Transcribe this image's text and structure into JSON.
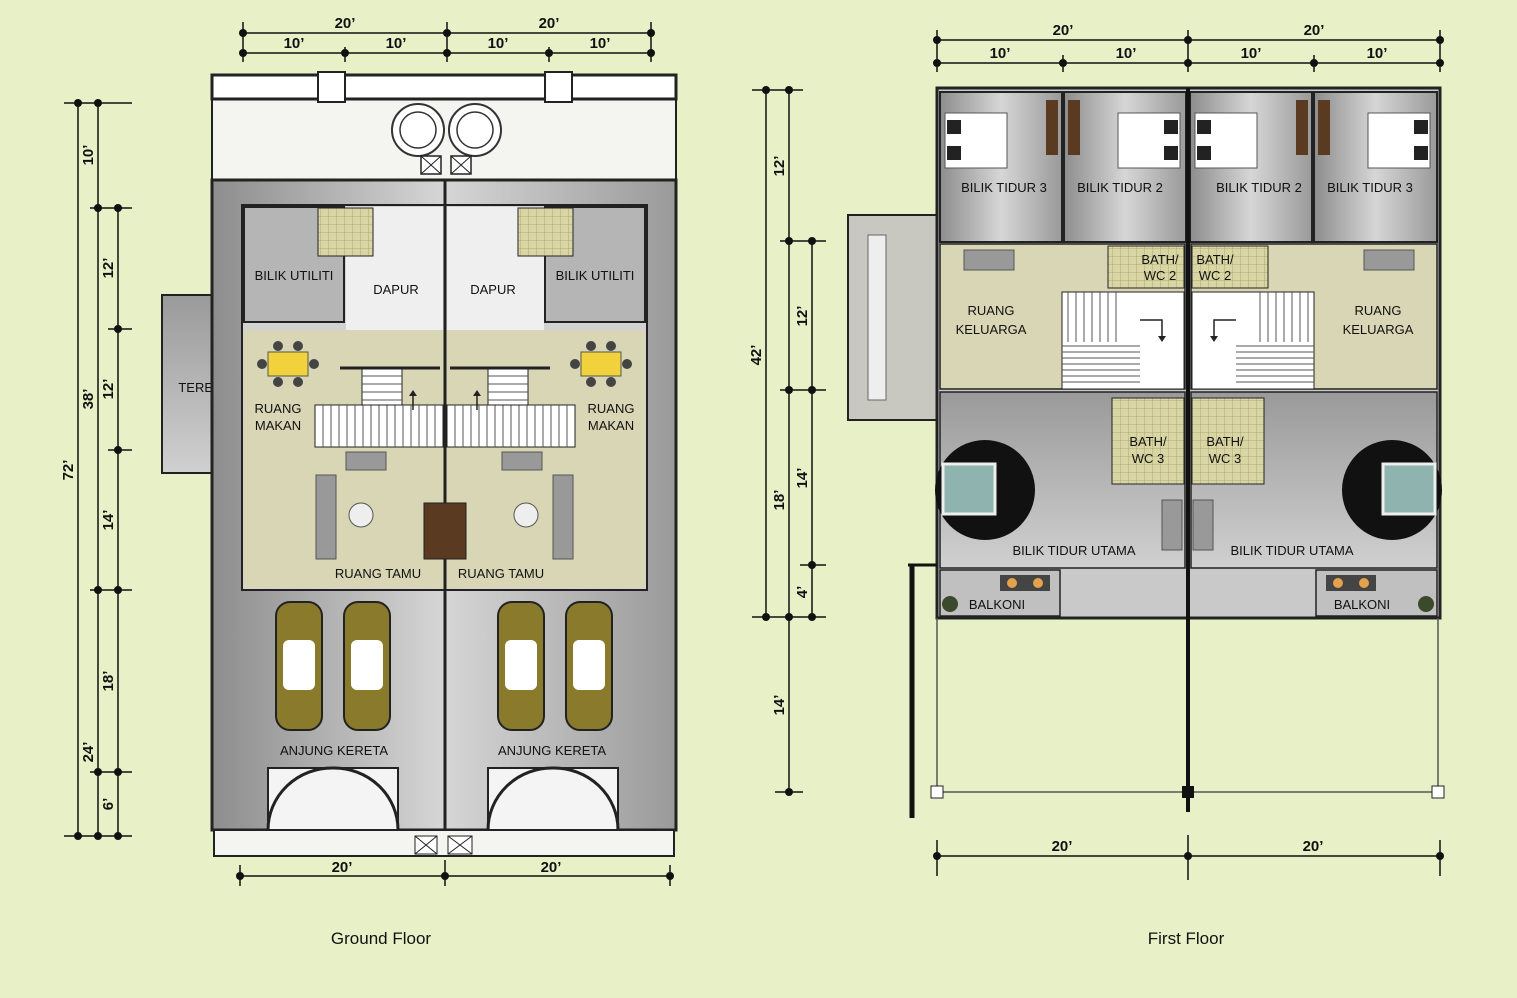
{
  "ground_floor": {
    "caption": "Ground Floor",
    "top_dims": [
      "20’",
      "20’",
      "10’",
      "10’",
      "10’",
      "10’"
    ],
    "bottom_dims": [
      "20’",
      "20’"
    ],
    "left_dims_outer": [
      "72’"
    ],
    "left_dims_mid": [
      "10’",
      "38’",
      "24’",
      "6’"
    ],
    "left_dims_inner": [
      "12’",
      "12’",
      "14’",
      "18’"
    ],
    "rooms": {
      "teres": "TERES",
      "bilik_utiliti_left": "BILIK UTILITI",
      "bilik_utiliti_right": "BILIK UTILITI",
      "dapur_left": "DAPUR",
      "dapur_right": "DAPUR",
      "ruang_makan_left": [
        "RUANG",
        "MAKAN"
      ],
      "ruang_makan_right": [
        "RUANG",
        "MAKAN"
      ],
      "ruang_tamu_left": "RUANG TAMU",
      "ruang_tamu_right": "RUANG TAMU",
      "anjung_kereta_left": "ANJUNG KERETA",
      "anjung_kereta_right": "ANJUNG KERETA"
    }
  },
  "first_floor": {
    "caption": "First Floor",
    "top_dims": [
      "20’",
      "20’",
      "10’",
      "10’",
      "10’",
      "10’"
    ],
    "bottom_dims": [
      "20’",
      "20’"
    ],
    "left_dims_outer": [
      "42’"
    ],
    "left_dims_mid": [
      "12’",
      "18’",
      "14’"
    ],
    "left_dims_inner": [
      "12’",
      "14’",
      "4’"
    ],
    "rooms": {
      "bilik_tidur_3_left": "BILIK TIDUR 3",
      "bilik_tidur_2_left": "BILIK TIDUR 2",
      "bilik_tidur_2_right": "BILIK TIDUR 2",
      "bilik_tidur_3_right": "BILIK TIDUR 3",
      "bath_wc2_left": [
        "BATH/",
        "WC 2"
      ],
      "bath_wc2_right": [
        "BATH/",
        "WC 2"
      ],
      "ruang_keluarga_left": [
        "RUANG",
        "KELUARGA"
      ],
      "ruang_keluarga_right": [
        "RUANG",
        "KELUARGA"
      ],
      "bath_wc3_left": [
        "BATH/",
        "WC 3"
      ],
      "bath_wc3_right": [
        "BATH/",
        "WC 3"
      ],
      "bilik_tidur_utama_left": "BILIK TIDUR UTAMA",
      "bilik_tidur_utama_right": "BILIK TIDUR UTAMA",
      "balkoni_left": "BALKONI",
      "balkoni_right": "BALKONI"
    }
  },
  "colors": {
    "background": "#e8f0c8",
    "floor_grey": "#b8b8b8",
    "living_beige": "#d8d6b4",
    "wall": "#2a2a2a",
    "car_body": "#8a7a2c",
    "table_yellow": "#f2d23c",
    "bed_teal": "#8fb4b0"
  }
}
